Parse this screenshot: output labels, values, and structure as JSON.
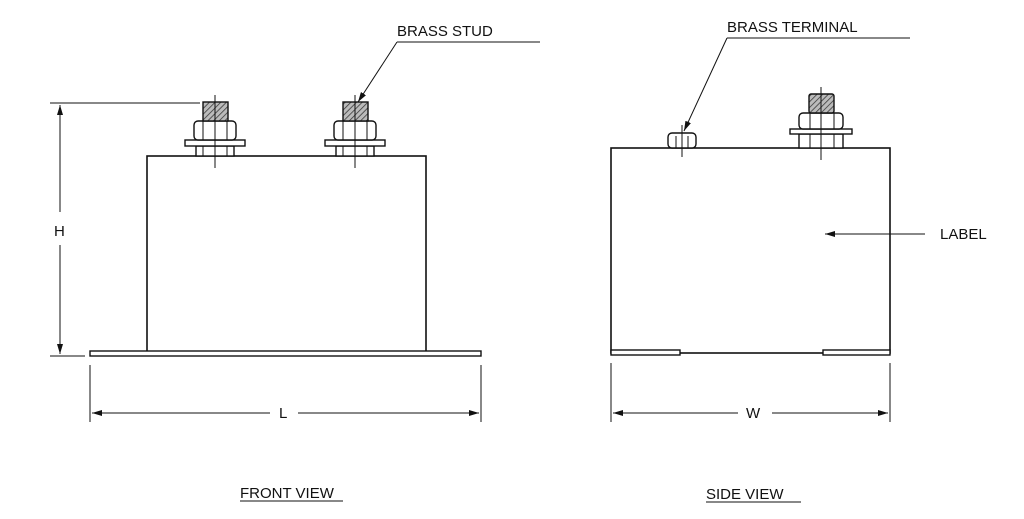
{
  "labels": {
    "brass_stud": "BRASS STUD",
    "brass_terminal": "BRASS TERMINAL",
    "label": "LABEL",
    "height": "H",
    "length": "L",
    "width": "W",
    "front_view": "FRONT VIEW",
    "side_view": "SIDE VIEW"
  }
}
